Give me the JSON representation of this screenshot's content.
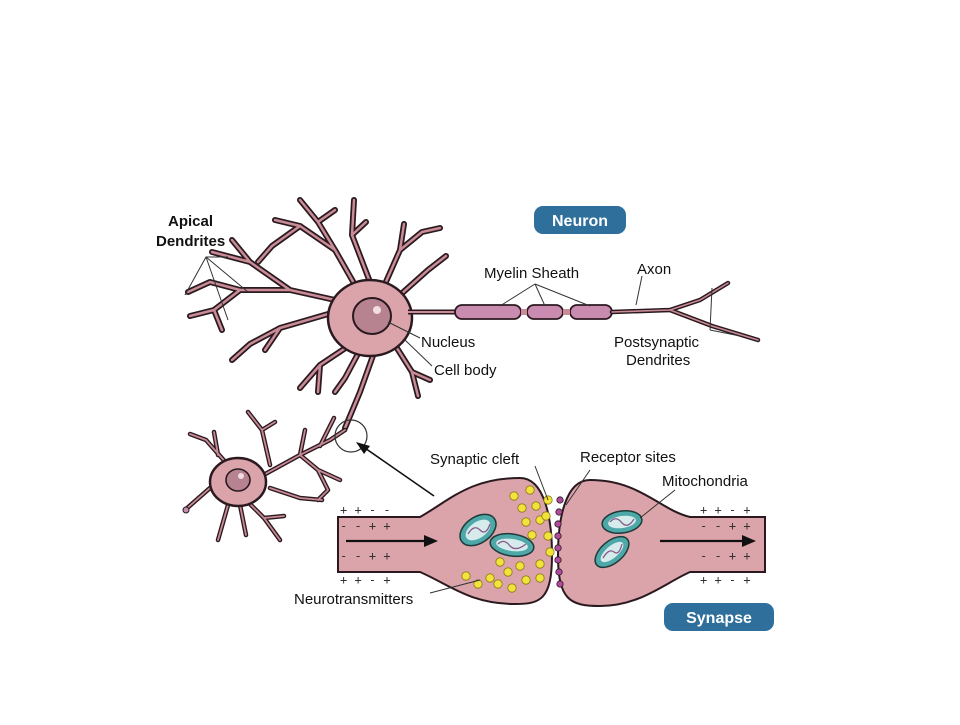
{
  "labels": {
    "apical_dendrites_line1": "Apical",
    "apical_dendrites_line2": "Dendrites",
    "myelin_sheath": "Myelin Sheath",
    "axon": "Axon",
    "nucleus": "Nucleus",
    "cell_body": "Cell body",
    "postsynaptic_line1": "Postsynaptic",
    "postsynaptic_line2": "Dendrites",
    "synaptic_cleft": "Synaptic cleft",
    "receptor_sites": "Receptor sites",
    "mitochondria": "Mitochondria",
    "neurotransmitters": "Neurotransmitters"
  },
  "badges": {
    "neuron": "Neuron",
    "synapse": "Synapse"
  },
  "charges": {
    "left_top": "+ + - -",
    "left_upper_inner": "- - + +",
    "left_lower_inner": "- - + +",
    "left_bottom": "+ + - +",
    "right_top": "+ + - +",
    "right_upper_inner": "- - + +",
    "right_lower_inner": "- - + +",
    "right_bottom": "+ + - +"
  },
  "colors": {
    "badge_blue": "#2f6f9c",
    "cell_pink": "#dba3aa",
    "outline": "#2a1a20",
    "myelin": "#c98bb0",
    "neurotransmitter_yellow": "#f2e23c",
    "mito_teal": "#4fa8a8"
  }
}
